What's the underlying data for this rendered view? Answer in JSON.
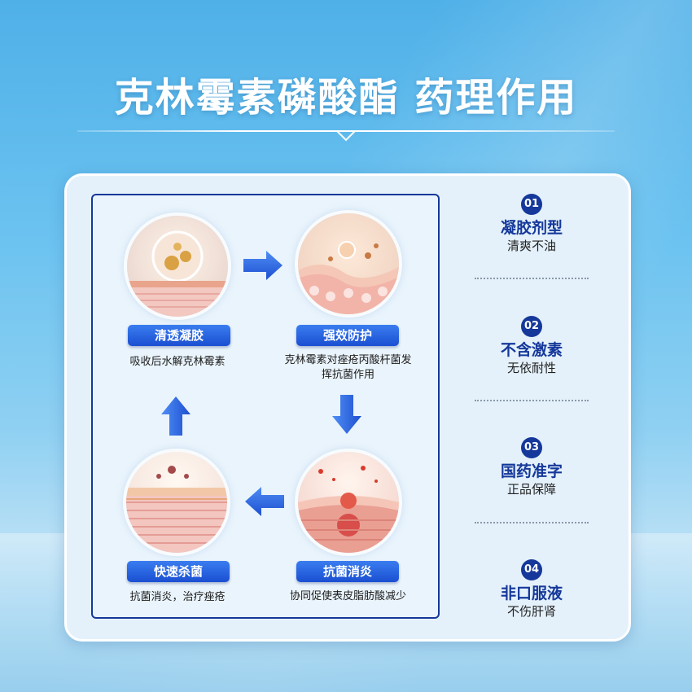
{
  "title": "克林霉素磷酸酯 药理作用",
  "steps": [
    {
      "label": "清透凝胶",
      "desc": "吸收后水解克林霉素"
    },
    {
      "label": "强效防护",
      "desc": "克林霉素对痤疮丙酸杆菌发挥抗菌作用"
    },
    {
      "label": "抗菌消炎",
      "desc": "协同促使表皮脂肪酸减少"
    },
    {
      "label": "快速杀菌",
      "desc": "抗菌消炎，治疗痤疮"
    }
  ],
  "features": [
    {
      "num": "01",
      "title": "凝胶剂型",
      "sub": "清爽不油"
    },
    {
      "num": "02",
      "title": "不含激素",
      "sub": "无依耐性"
    },
    {
      "num": "03",
      "title": "国药准字",
      "sub": "正品保障"
    },
    {
      "num": "04",
      "title": "非口服液",
      "sub": "不伤肝肾"
    }
  ],
  "colors": {
    "primary": "#15389a",
    "accent": "#2a66e6",
    "card": "#e4f1fb"
  }
}
